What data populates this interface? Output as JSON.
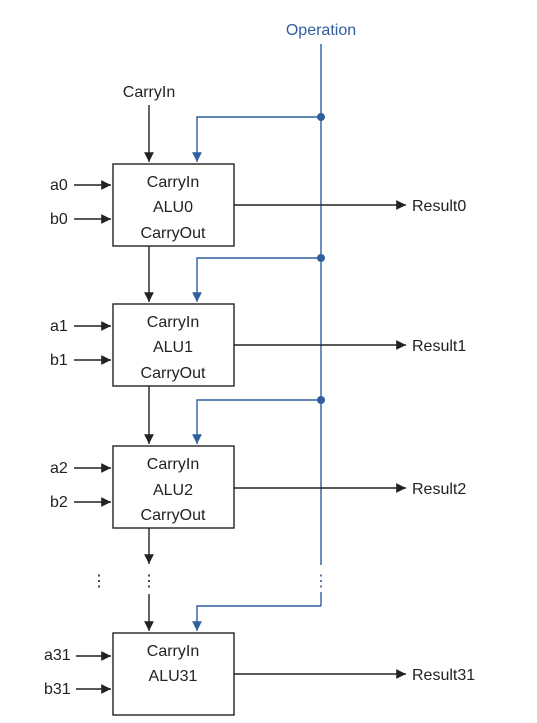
{
  "operation_label": "Operation",
  "carry_in_label": "CarryIn",
  "alus": [
    {
      "name": "ALU0",
      "carry_in": "CarryIn",
      "carry_out": "CarryOut",
      "input_a": "a0",
      "input_b": "b0",
      "result": "Result0"
    },
    {
      "name": "ALU1",
      "carry_in": "CarryIn",
      "carry_out": "CarryOut",
      "input_a": "a1",
      "input_b": "b1",
      "result": "Result1"
    },
    {
      "name": "ALU2",
      "carry_in": "CarryIn",
      "carry_out": "CarryOut",
      "input_a": "a2",
      "input_b": "b2",
      "result": "Result2"
    },
    {
      "name": "ALU31",
      "carry_in": "CarryIn",
      "input_a": "a31",
      "input_b": "b31",
      "result": "Result31"
    }
  ],
  "ellipsis": "⋮",
  "colors": {
    "control_line": "#2f5f9e",
    "data_line": "#222222"
  }
}
